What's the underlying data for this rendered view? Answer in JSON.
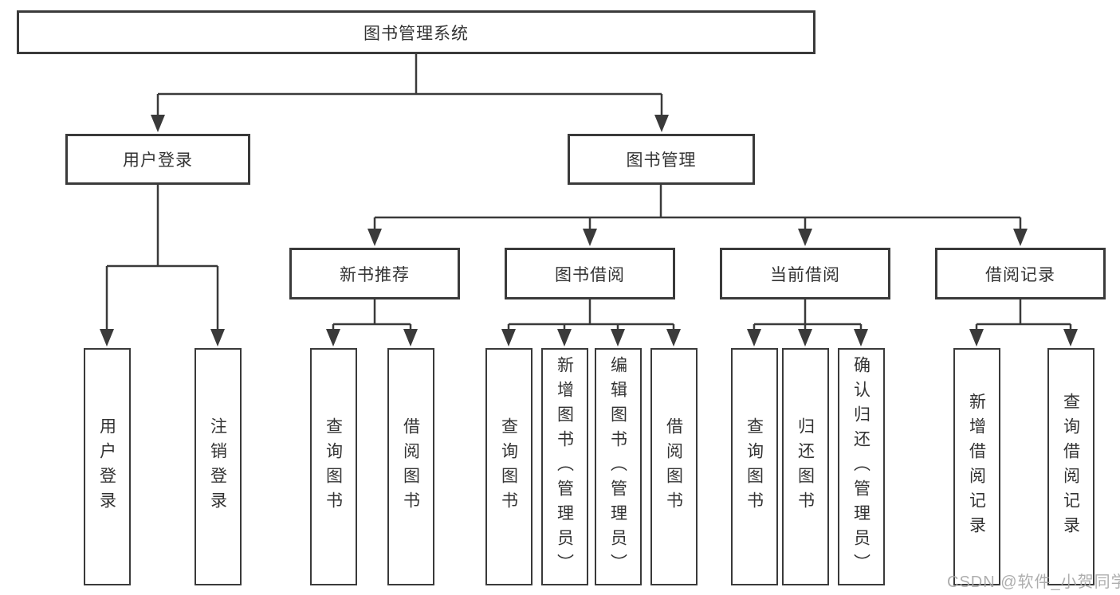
{
  "diagram": {
    "root": {
      "label": "图书管理系统"
    },
    "branches": [
      {
        "label": "用户登录",
        "children": [
          {
            "label": "用户登录"
          },
          {
            "label": "注销登录"
          }
        ]
      },
      {
        "label": "图书管理",
        "sections": [
          {
            "label": "新书推荐",
            "children": [
              {
                "label": "查询图书"
              },
              {
                "label": "借阅图书"
              }
            ]
          },
          {
            "label": "图书借阅",
            "children": [
              {
                "label": "查询图书"
              },
              {
                "label": "新增图书（管理员）"
              },
              {
                "label": "编辑图书（管理员）"
              },
              {
                "label": "借阅图书"
              }
            ]
          },
          {
            "label": "当前借阅",
            "children": [
              {
                "label": "查询图书"
              },
              {
                "label": "归还图书"
              },
              {
                "label": "确认归还（管理员）"
              }
            ]
          },
          {
            "label": "借阅记录",
            "children": [
              {
                "label": "新增借阅记录"
              },
              {
                "label": "查询借阅记录"
              }
            ]
          }
        ]
      }
    ]
  },
  "watermark": {
    "text": "CSDN @软件_小贺同学"
  },
  "colors": {
    "line": "#3a3a3a",
    "text": "#333333",
    "watermark": "#a5a5a5",
    "background": "#ffffff"
  }
}
